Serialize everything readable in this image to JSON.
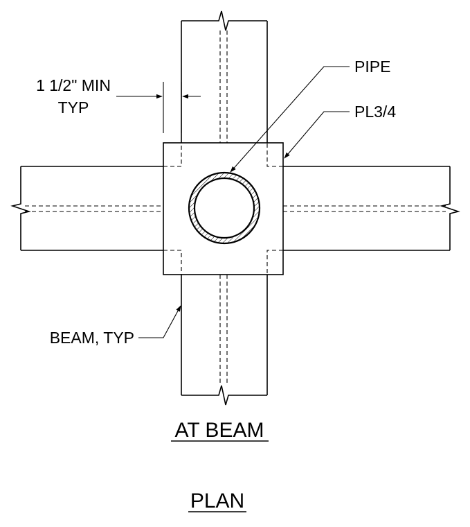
{
  "labels": {
    "pipe": "PIPE",
    "plate": "PL3/4",
    "clearance_line1": "1 1/2\" MIN",
    "clearance_line2": "TYP",
    "beam": "BEAM, TYP"
  },
  "titles": {
    "detail": "AT BEAM",
    "view": "PLAN"
  }
}
